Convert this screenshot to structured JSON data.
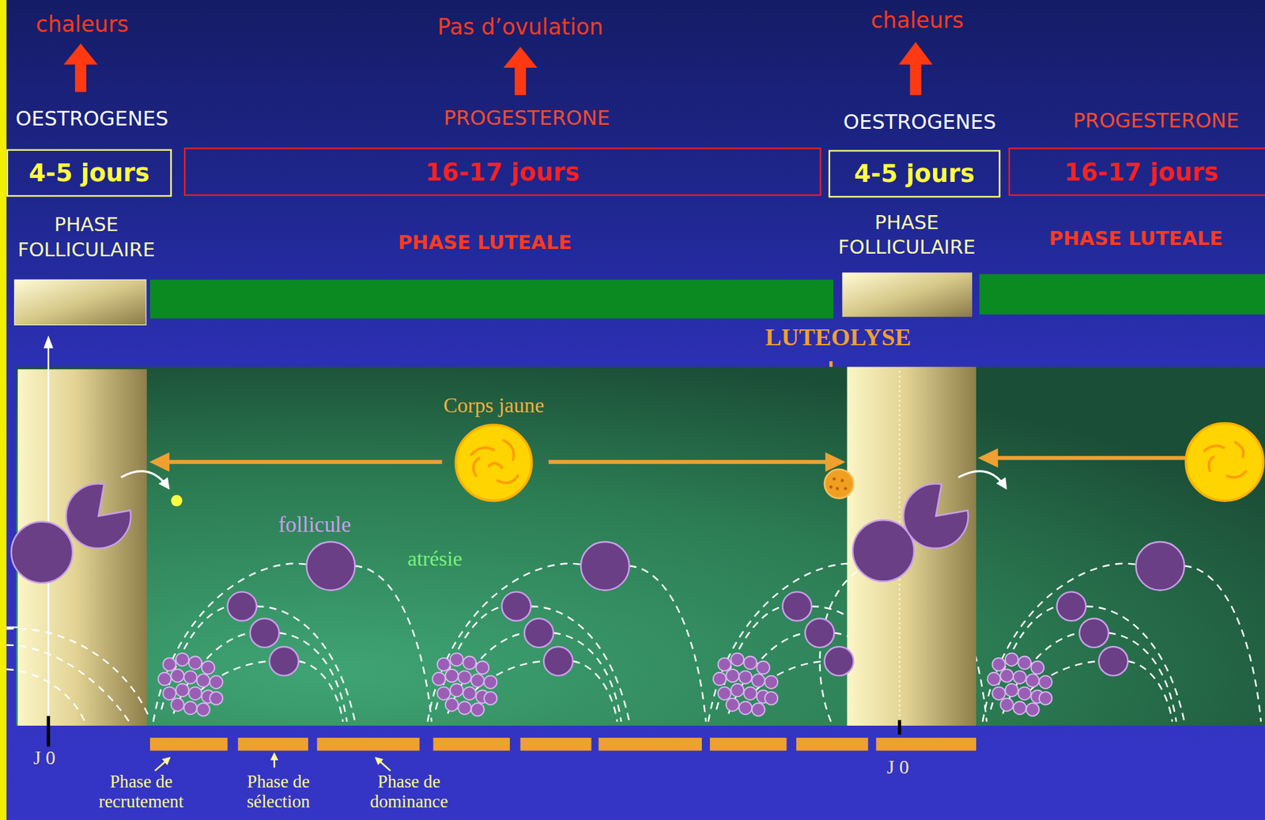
{
  "diagram": {
    "nodes": [
      {
        "text": [
          "4-5 jours"
        ]
      },
      {
        "text": [
          "16-17 jours"
        ]
      },
      {
        "text": [
          "4-5 jours"
        ]
      },
      {
        "text": [
          "16-17 jours"
        ]
      },
      {
        "text": [
          "Corps jaune"
        ]
      }
    ],
    "labels": [
      "chaleurs",
      "OESTROGENES",
      "Pas d’ovulation",
      "PROGESTERONE",
      "chaleurs",
      "OESTROGENES",
      "PROGESTERONE",
      "PHASE FOLLICULAIRE",
      "PHASE LUTEALE",
      "PHASE FOLLICULAIRE",
      "PHASE LUTEALE",
      "LUTEOLYSE",
      "follicule",
      "atrésie",
      "J 0",
      "J 0",
      "Phase de recrutement",
      "Phase de sélection",
      "Phase de dominance"
    ]
  }
}
